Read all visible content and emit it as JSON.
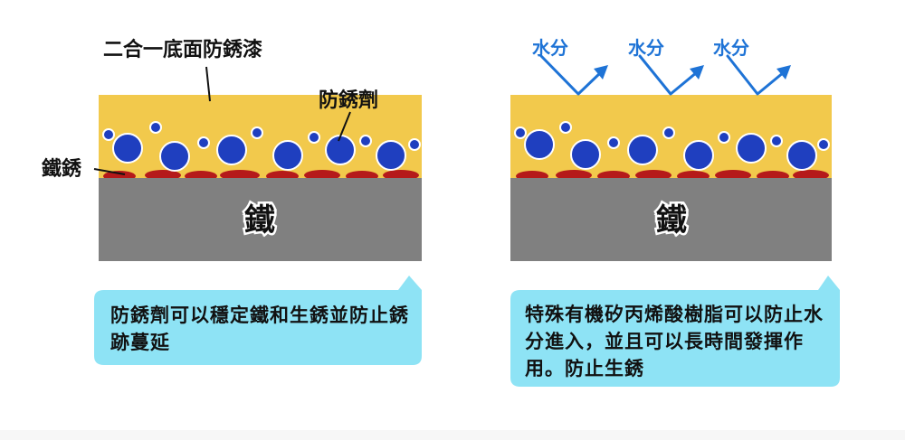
{
  "left_panel": {
    "label_paint": "二合一底面防銹漆",
    "label_inhibitor": "防銹劑",
    "label_rust": "鐵銹",
    "substrate_label": "鐵",
    "callout_text": "防銹劑可以穩定鐵和生銹並防止銹跡蔓延"
  },
  "right_panel": {
    "moisture_labels": [
      "水分",
      "水分",
      "水分"
    ],
    "substrate_label": "鐵",
    "callout_text": "特殊有機矽丙烯酸樹脂可以防止水分進入，並且可以長時間發揮作用。防止生銹"
  },
  "colors": {
    "coating": "#f2c94c",
    "iron": "#808080",
    "particle": "#1f3fbf",
    "rust": "#b51a1a",
    "arrow": "#1e73d6",
    "callout": "#8ee3f5"
  }
}
